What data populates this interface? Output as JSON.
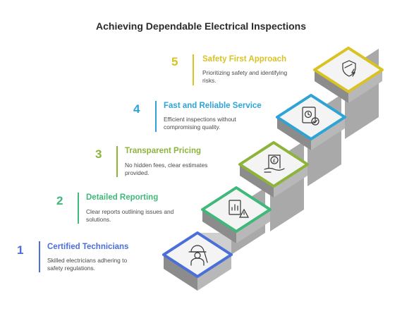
{
  "title": "Achieving Dependable Electrical Inspections",
  "steps": [
    {
      "number": "1",
      "title": "Certified Technicians",
      "desc_lines": [
        "Skilled electricians adhering to",
        "safety regulations."
      ],
      "color": "#4a6fd8",
      "icon": "technician-icon"
    },
    {
      "number": "2",
      "title": "Detailed Reporting",
      "desc_lines": [
        "Clear reports outlining issues and",
        "solutions."
      ],
      "color": "#3fb87a",
      "icon": "report-warning-icon"
    },
    {
      "number": "3",
      "title": "Transparent Pricing",
      "desc_lines": [
        "No hidden fees, clear estimates",
        "provided."
      ],
      "color": "#8db33a",
      "icon": "pricing-receipt-icon"
    },
    {
      "number": "4",
      "title": "Fast and Reliable Service",
      "desc_lines": [
        "Efficient inspections without",
        "compromising quality."
      ],
      "color": "#2ea3d6",
      "icon": "clock-check-icon"
    },
    {
      "number": "5",
      "title": "Safety First Approach",
      "desc_lines": [
        "Prioritizing safety and identifying",
        "risks."
      ],
      "color": "#d9c224",
      "icon": "shield-lightning-icon"
    }
  ]
}
